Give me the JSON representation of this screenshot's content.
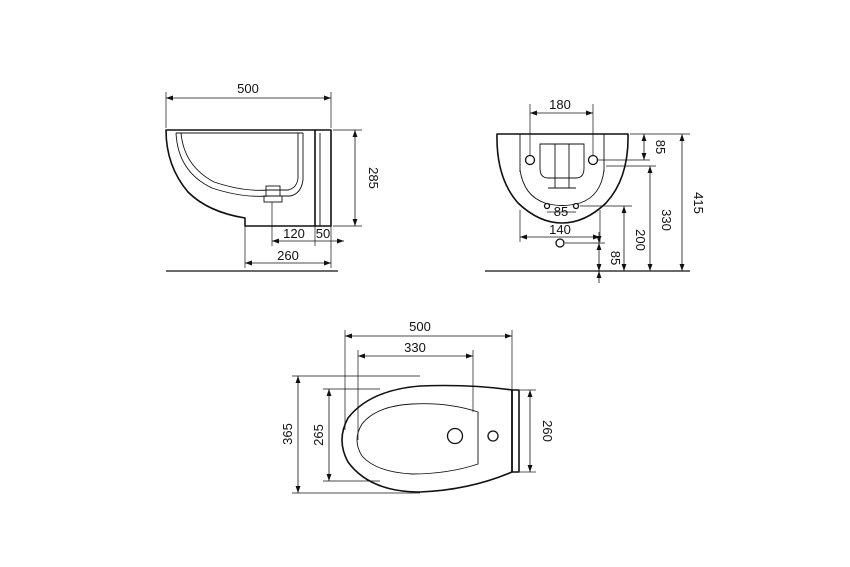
{
  "side_view": {
    "dims": {
      "overall_width": "500",
      "height": "285",
      "depth_120": "120",
      "depth_50": "50",
      "depth_260": "260"
    }
  },
  "front_view": {
    "dims": {
      "hole_spacing_top": "180",
      "top_to_holes": "85",
      "overall_height": "415",
      "floor_to_holes": "330",
      "floor_to_outlet": "200",
      "floor_to_pipe": "85",
      "inner_holes": "85",
      "outlet_width": "140"
    }
  },
  "top_view": {
    "dims": {
      "overall_length": "500",
      "inner_length": "330",
      "overall_width": "365",
      "bowl_width": "265",
      "rear_width": "260"
    }
  }
}
